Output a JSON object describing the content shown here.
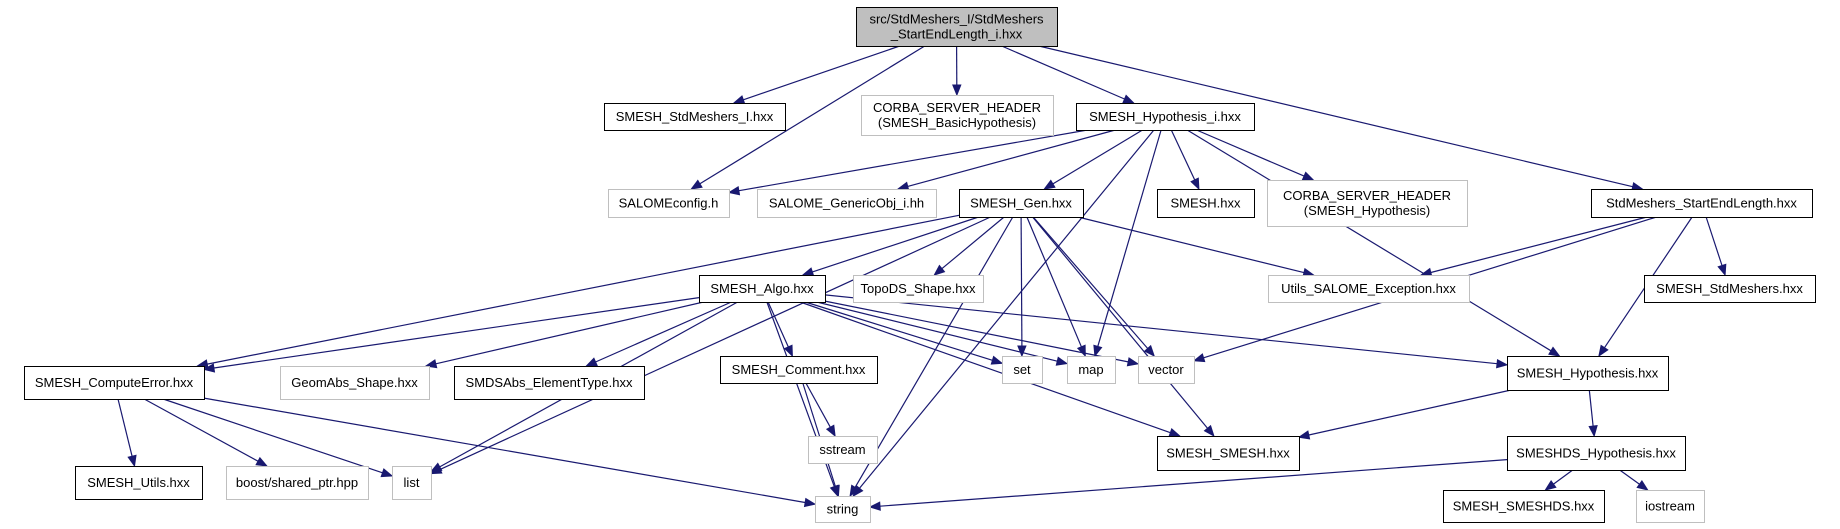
{
  "title": "Include dependency graph for StdMeshers_StartEndLength_i.hxx",
  "colors": {
    "edge": "#191970",
    "root_fill": "#bfbfbf",
    "external_border": "#bfbfbf",
    "node_border": "#000000"
  },
  "nodes": [
    {
      "id": "root",
      "lines": [
        "src/StdMeshers_I/StdMeshers",
        "_StartEndLength_i.hxx"
      ],
      "kind": "root"
    },
    {
      "id": "smesh_stdmeshers_i",
      "lines": [
        "SMESH_StdMeshers_I.hxx"
      ],
      "kind": "doc"
    },
    {
      "id": "corba_basichyp",
      "lines": [
        "CORBA_SERVER_HEADER",
        "(SMESH_BasicHypothesis)"
      ],
      "kind": "ext"
    },
    {
      "id": "smesh_hypothesis_i",
      "lines": [
        "SMESH_Hypothesis_i.hxx"
      ],
      "kind": "doc"
    },
    {
      "id": "salomeconfig",
      "lines": [
        "SALOMEconfig.h"
      ],
      "kind": "ext"
    },
    {
      "id": "salome_genericobj",
      "lines": [
        "SALOME_GenericObj_i.hh"
      ],
      "kind": "ext"
    },
    {
      "id": "smesh_gen",
      "lines": [
        "SMESH_Gen.hxx"
      ],
      "kind": "doc"
    },
    {
      "id": "smesh_hxx",
      "lines": [
        "SMESH.hxx"
      ],
      "kind": "doc"
    },
    {
      "id": "corba_hyp",
      "lines": [
        "CORBA_SERVER_HEADER",
        "(SMESH_Hypothesis)"
      ],
      "kind": "ext"
    },
    {
      "id": "stdmeshers_sel",
      "lines": [
        "StdMeshers_StartEndLength.hxx"
      ],
      "kind": "doc"
    },
    {
      "id": "smesh_algo",
      "lines": [
        "SMESH_Algo.hxx"
      ],
      "kind": "doc"
    },
    {
      "id": "topods_shape",
      "lines": [
        "TopoDS_Shape.hxx"
      ],
      "kind": "ext"
    },
    {
      "id": "utils_exception",
      "lines": [
        "Utils_SALOME_Exception.hxx"
      ],
      "kind": "ext"
    },
    {
      "id": "smesh_stdmeshers",
      "lines": [
        "SMESH_StdMeshers.hxx"
      ],
      "kind": "doc"
    },
    {
      "id": "smesh_computeerror",
      "lines": [
        "SMESH_ComputeError.hxx"
      ],
      "kind": "doc"
    },
    {
      "id": "geomabs_shape",
      "lines": [
        "GeomAbs_Shape.hxx"
      ],
      "kind": "ext"
    },
    {
      "id": "smdsabs_elementtype",
      "lines": [
        "SMDSAbs_ElementType.hxx"
      ],
      "kind": "doc"
    },
    {
      "id": "smesh_comment",
      "lines": [
        "SMESH_Comment.hxx"
      ],
      "kind": "doc"
    },
    {
      "id": "set",
      "lines": [
        "set"
      ],
      "kind": "ext"
    },
    {
      "id": "map",
      "lines": [
        "map"
      ],
      "kind": "ext"
    },
    {
      "id": "vector",
      "lines": [
        "vector"
      ],
      "kind": "ext"
    },
    {
      "id": "smesh_hypothesis",
      "lines": [
        "SMESH_Hypothesis.hxx"
      ],
      "kind": "doc"
    },
    {
      "id": "smesh_utils",
      "lines": [
        "SMESH_Utils.hxx"
      ],
      "kind": "doc"
    },
    {
      "id": "boost_shared_ptr",
      "lines": [
        "boost/shared_ptr.hpp"
      ],
      "kind": "ext"
    },
    {
      "id": "list",
      "lines": [
        "list"
      ],
      "kind": "ext"
    },
    {
      "id": "sstream",
      "lines": [
        "sstream"
      ],
      "kind": "ext"
    },
    {
      "id": "smesh_smesh",
      "lines": [
        "SMESH_SMESH.hxx"
      ],
      "kind": "doc"
    },
    {
      "id": "smeshds_hypothesis",
      "lines": [
        "SMESHDS_Hypothesis.hxx"
      ],
      "kind": "doc"
    },
    {
      "id": "string",
      "lines": [
        "string"
      ],
      "kind": "ext"
    },
    {
      "id": "smesh_smeshds",
      "lines": [
        "SMESH_SMESHDS.hxx"
      ],
      "kind": "doc"
    },
    {
      "id": "iostream",
      "lines": [
        "iostream"
      ],
      "kind": "ext"
    }
  ],
  "edges": [
    [
      "root",
      "smesh_stdmeshers_i"
    ],
    [
      "root",
      "salomeconfig"
    ],
    [
      "root",
      "corba_basichyp"
    ],
    [
      "root",
      "smesh_hypothesis_i"
    ],
    [
      "root",
      "stdmeshers_sel"
    ],
    [
      "smesh_hypothesis_i",
      "salomeconfig"
    ],
    [
      "smesh_hypothesis_i",
      "salome_genericobj"
    ],
    [
      "smesh_hypothesis_i",
      "smesh_gen"
    ],
    [
      "smesh_hypothesis_i",
      "smesh_hxx"
    ],
    [
      "smesh_hypothesis_i",
      "corba_hyp"
    ],
    [
      "smesh_hypothesis_i",
      "map"
    ],
    [
      "smesh_hypothesis_i",
      "string"
    ],
    [
      "smesh_hypothesis_i",
      "smesh_hypothesis"
    ],
    [
      "smesh_gen",
      "smesh_algo"
    ],
    [
      "smesh_gen",
      "topods_shape"
    ],
    [
      "smesh_gen",
      "utils_exception"
    ],
    [
      "smesh_gen",
      "smesh_computeerror"
    ],
    [
      "smesh_gen",
      "list"
    ],
    [
      "smesh_gen",
      "string"
    ],
    [
      "smesh_gen",
      "set"
    ],
    [
      "smesh_gen",
      "map"
    ],
    [
      "smesh_gen",
      "vector"
    ],
    [
      "smesh_gen",
      "smesh_smesh"
    ],
    [
      "stdmeshers_sel",
      "utils_exception"
    ],
    [
      "stdmeshers_sel",
      "smesh_stdmeshers"
    ],
    [
      "stdmeshers_sel",
      "vector"
    ],
    [
      "stdmeshers_sel",
      "smesh_hypothesis"
    ],
    [
      "smesh_algo",
      "smesh_computeerror"
    ],
    [
      "smesh_algo",
      "geomabs_shape"
    ],
    [
      "smesh_algo",
      "smdsabs_elementtype"
    ],
    [
      "smesh_algo",
      "smesh_comment"
    ],
    [
      "smesh_algo",
      "list"
    ],
    [
      "smesh_algo",
      "string"
    ],
    [
      "smesh_algo",
      "set"
    ],
    [
      "smesh_algo",
      "map"
    ],
    [
      "smesh_algo",
      "vector"
    ],
    [
      "smesh_algo",
      "smesh_smesh"
    ],
    [
      "smesh_algo",
      "smesh_hypothesis"
    ],
    [
      "smesh_computeerror",
      "smesh_utils"
    ],
    [
      "smesh_computeerror",
      "boost_shared_ptr"
    ],
    [
      "smesh_computeerror",
      "list"
    ],
    [
      "smesh_computeerror",
      "string"
    ],
    [
      "smesh_comment",
      "sstream"
    ],
    [
      "smesh_comment",
      "string"
    ],
    [
      "smesh_hypothesis",
      "smesh_smesh"
    ],
    [
      "smesh_hypothesis",
      "smeshds_hypothesis"
    ],
    [
      "smeshds_hypothesis",
      "string"
    ],
    [
      "smeshds_hypothesis",
      "smesh_smeshds"
    ],
    [
      "smeshds_hypothesis",
      "iostream"
    ]
  ]
}
